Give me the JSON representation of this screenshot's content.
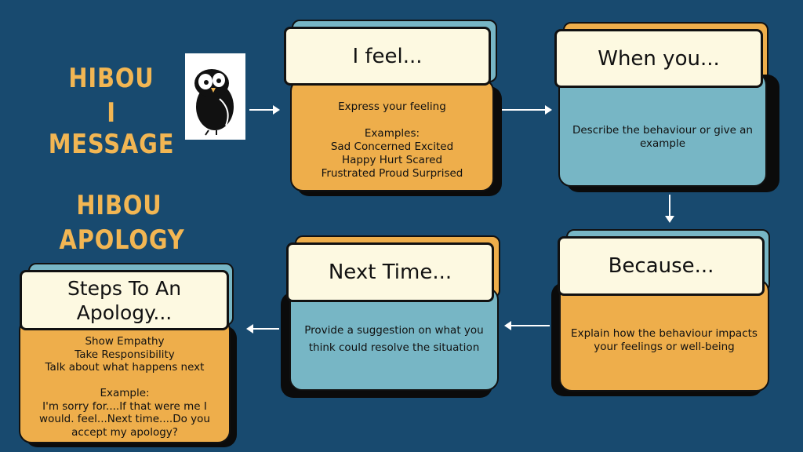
{
  "titles": {
    "hibou1": "HIBOU",
    "message": "I MESSAGE",
    "hibou2": "HIBOU",
    "apology": "APOLOGY"
  },
  "cards": {
    "feel": {
      "title": "I feel...",
      "text": "Express your feeling\n\nExamples:\nSad   Concerned  Excited\nHappy   Hurt   Scared\nFrustrated   Proud   Surprised"
    },
    "when": {
      "title": "When you...",
      "text": "Describe the behaviour or give an example"
    },
    "because": {
      "title": "Because...",
      "text": "Explain how the behaviour impacts your feelings or well-being"
    },
    "next": {
      "title": "Next Time...",
      "text": "Provide a suggestion on what you think could resolve the situation"
    },
    "apology": {
      "title": "Steps To An Apology...",
      "text": "Show Empathy\nTake Responsibility\nTalk about what happens next\n\nExample:\nI'm sorry for....If that were me I would. feel...Next time....Do you accept my apology?"
    }
  },
  "colors": {
    "background": "#184a6f",
    "orange": "#eeae4b",
    "teal": "#77b6c5",
    "cream": "#fdf9e1"
  }
}
